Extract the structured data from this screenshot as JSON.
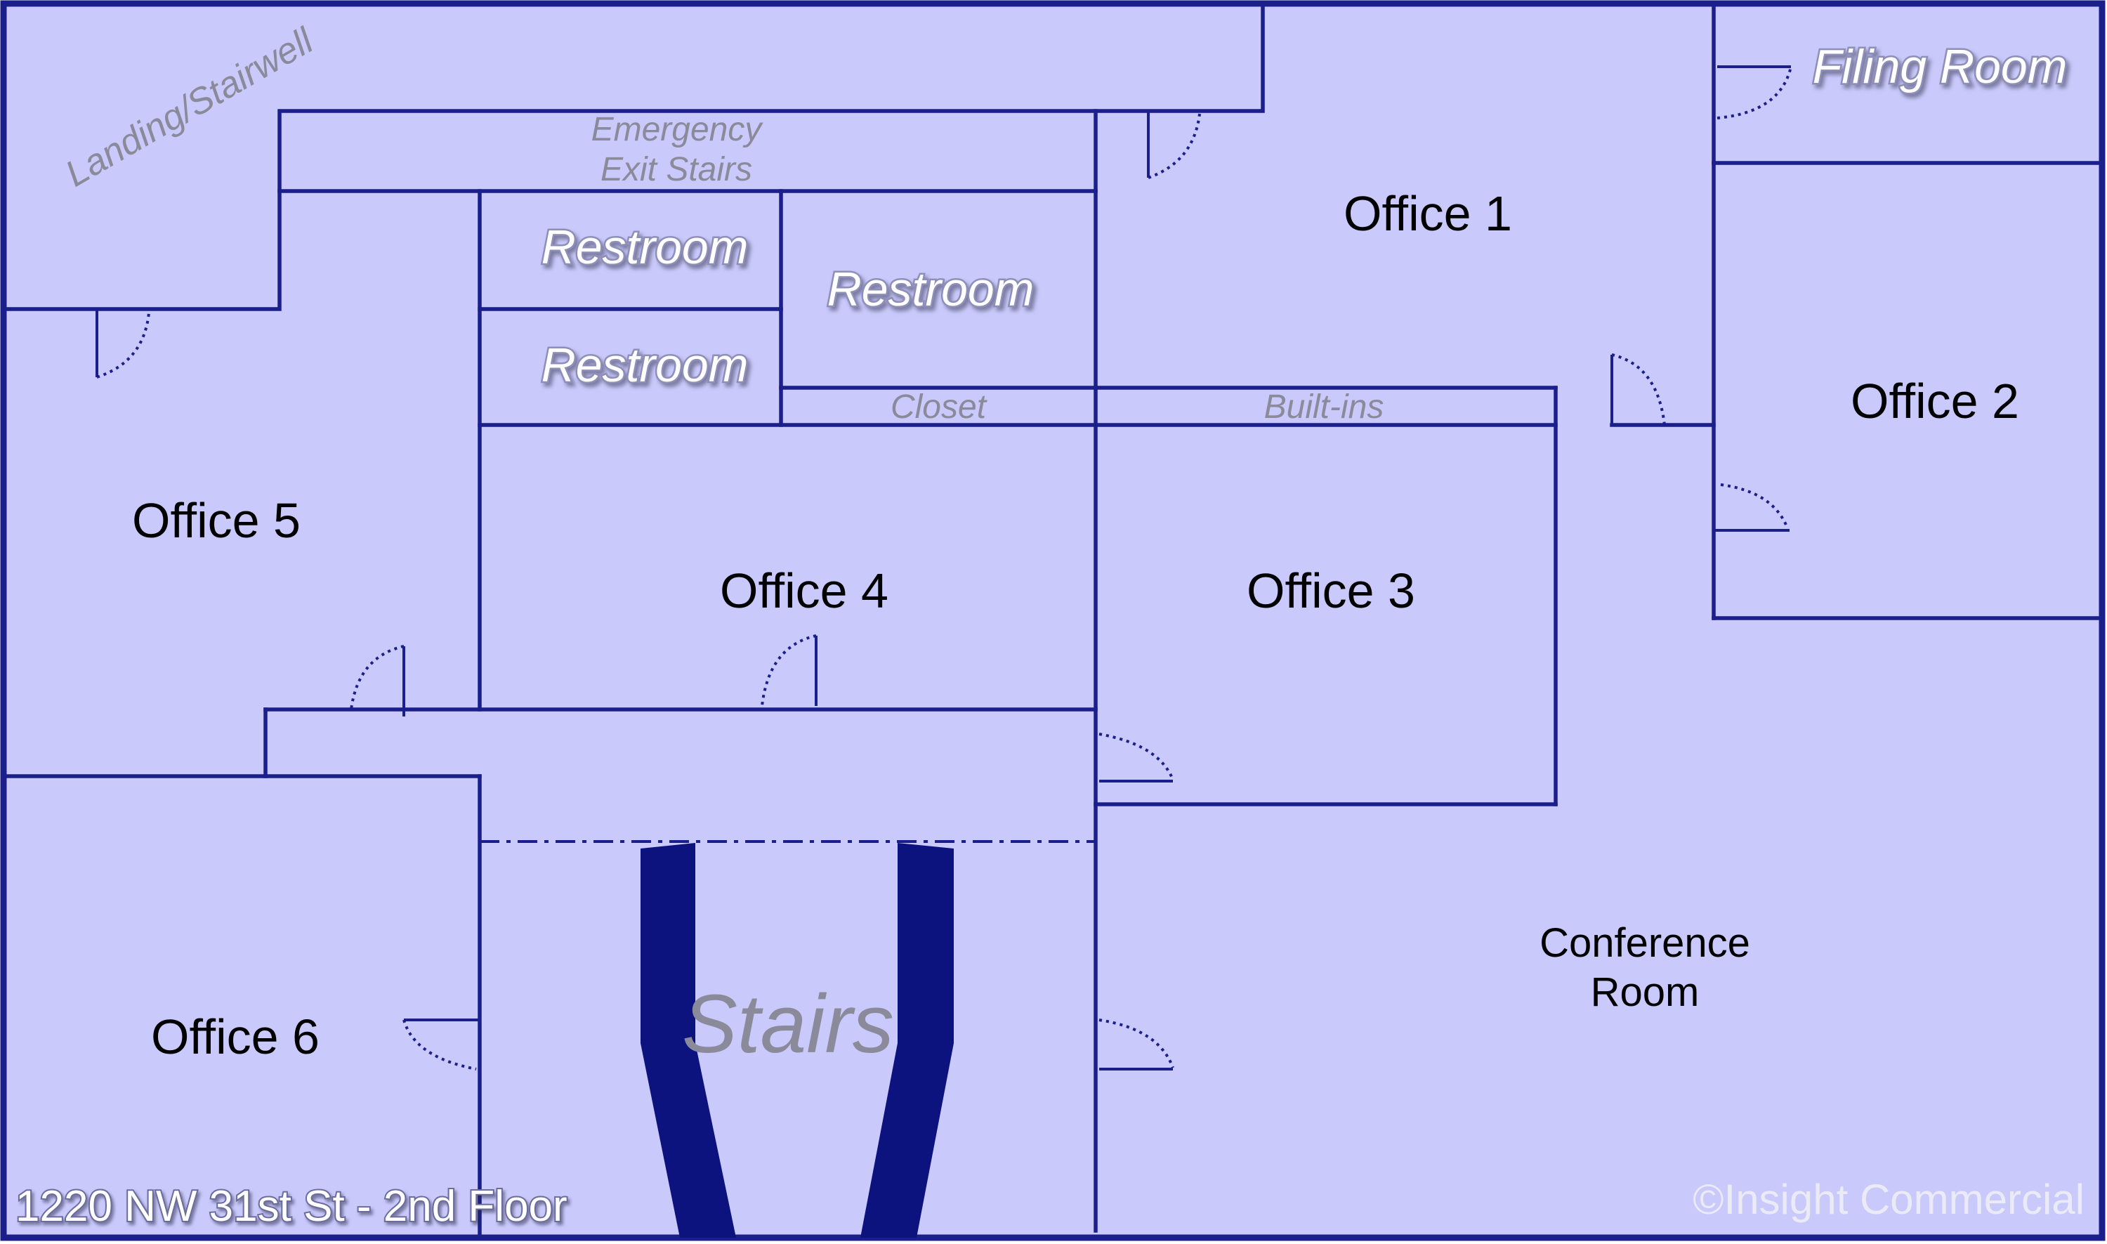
{
  "rooms": {
    "office_1": "Office 1",
    "office_2": "Office 2",
    "office_3": "Office 3",
    "office_4": "Office 4",
    "office_5": "Office 5",
    "office_6": "Office 6",
    "conference_line1": "Conference",
    "conference_line2": "Room",
    "filing_room": "Filing Room",
    "restroom_a": "Restroom",
    "restroom_b": "Restroom",
    "restroom_c": "Restroom",
    "landing": "Landing/Stairwell",
    "emergency_line1": "Emergency",
    "emergency_line2": "Exit Stairs",
    "closet": "Closet",
    "builtins": "Built-ins",
    "stairs": "Stairs"
  },
  "footer": {
    "address": "1220 NW 31st St - 2nd Floor",
    "copyright": "©Insight Commercial"
  },
  "colors": {
    "floor": "#c9c9fb",
    "wall": "#1a1f8c",
    "stair": "#0d137e"
  }
}
